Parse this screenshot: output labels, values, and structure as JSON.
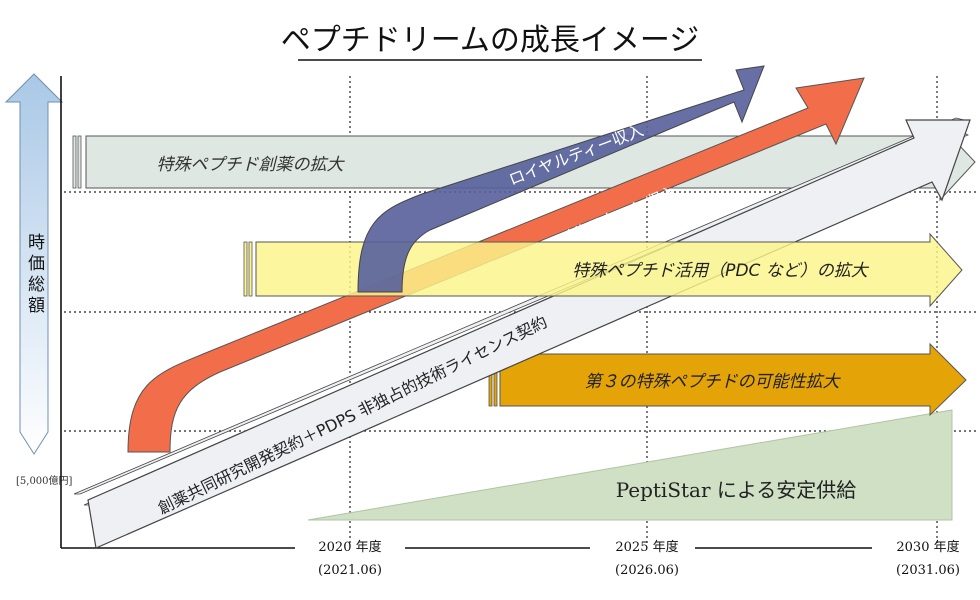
{
  "title": "ペプチドリームの成長イメージ",
  "y_axis": {
    "label": "時価総額",
    "unit": "[5,000億円]"
  },
  "x_axis": {
    "ticks": [
      {
        "year": "2020 年度",
        "period": "(2021.06)"
      },
      {
        "year": "2025 年度",
        "period": "(2026.06)"
      },
      {
        "year": "2030 年度",
        "period": "(2031.06)"
      }
    ]
  },
  "horizontal_arrows": [
    {
      "label": "特殊ペプチド創薬の拡大",
      "color": "#dfe7e2"
    },
    {
      "label": "特殊ペプチド活用（PDC など）の拡大",
      "color": "#fbf58a"
    },
    {
      "label": "第３の特殊ペプチドの可能性拡大",
      "color": "#e4a407"
    }
  ],
  "diagonal_arrows": [
    {
      "label": "ロイヤルティー収入",
      "color": "#565f9b"
    },
    {
      "label": "研究開発 Fee＋マイルストーン収入",
      "color": "#f26e4b"
    },
    {
      "label": "創薬共同研究開発契約＋PDPS 非独占的技術ライセンス契約",
      "color": "#eef0f4"
    }
  ],
  "supply": {
    "label": "PeptiStar による安定供給",
    "color": "#cfe0c4"
  }
}
